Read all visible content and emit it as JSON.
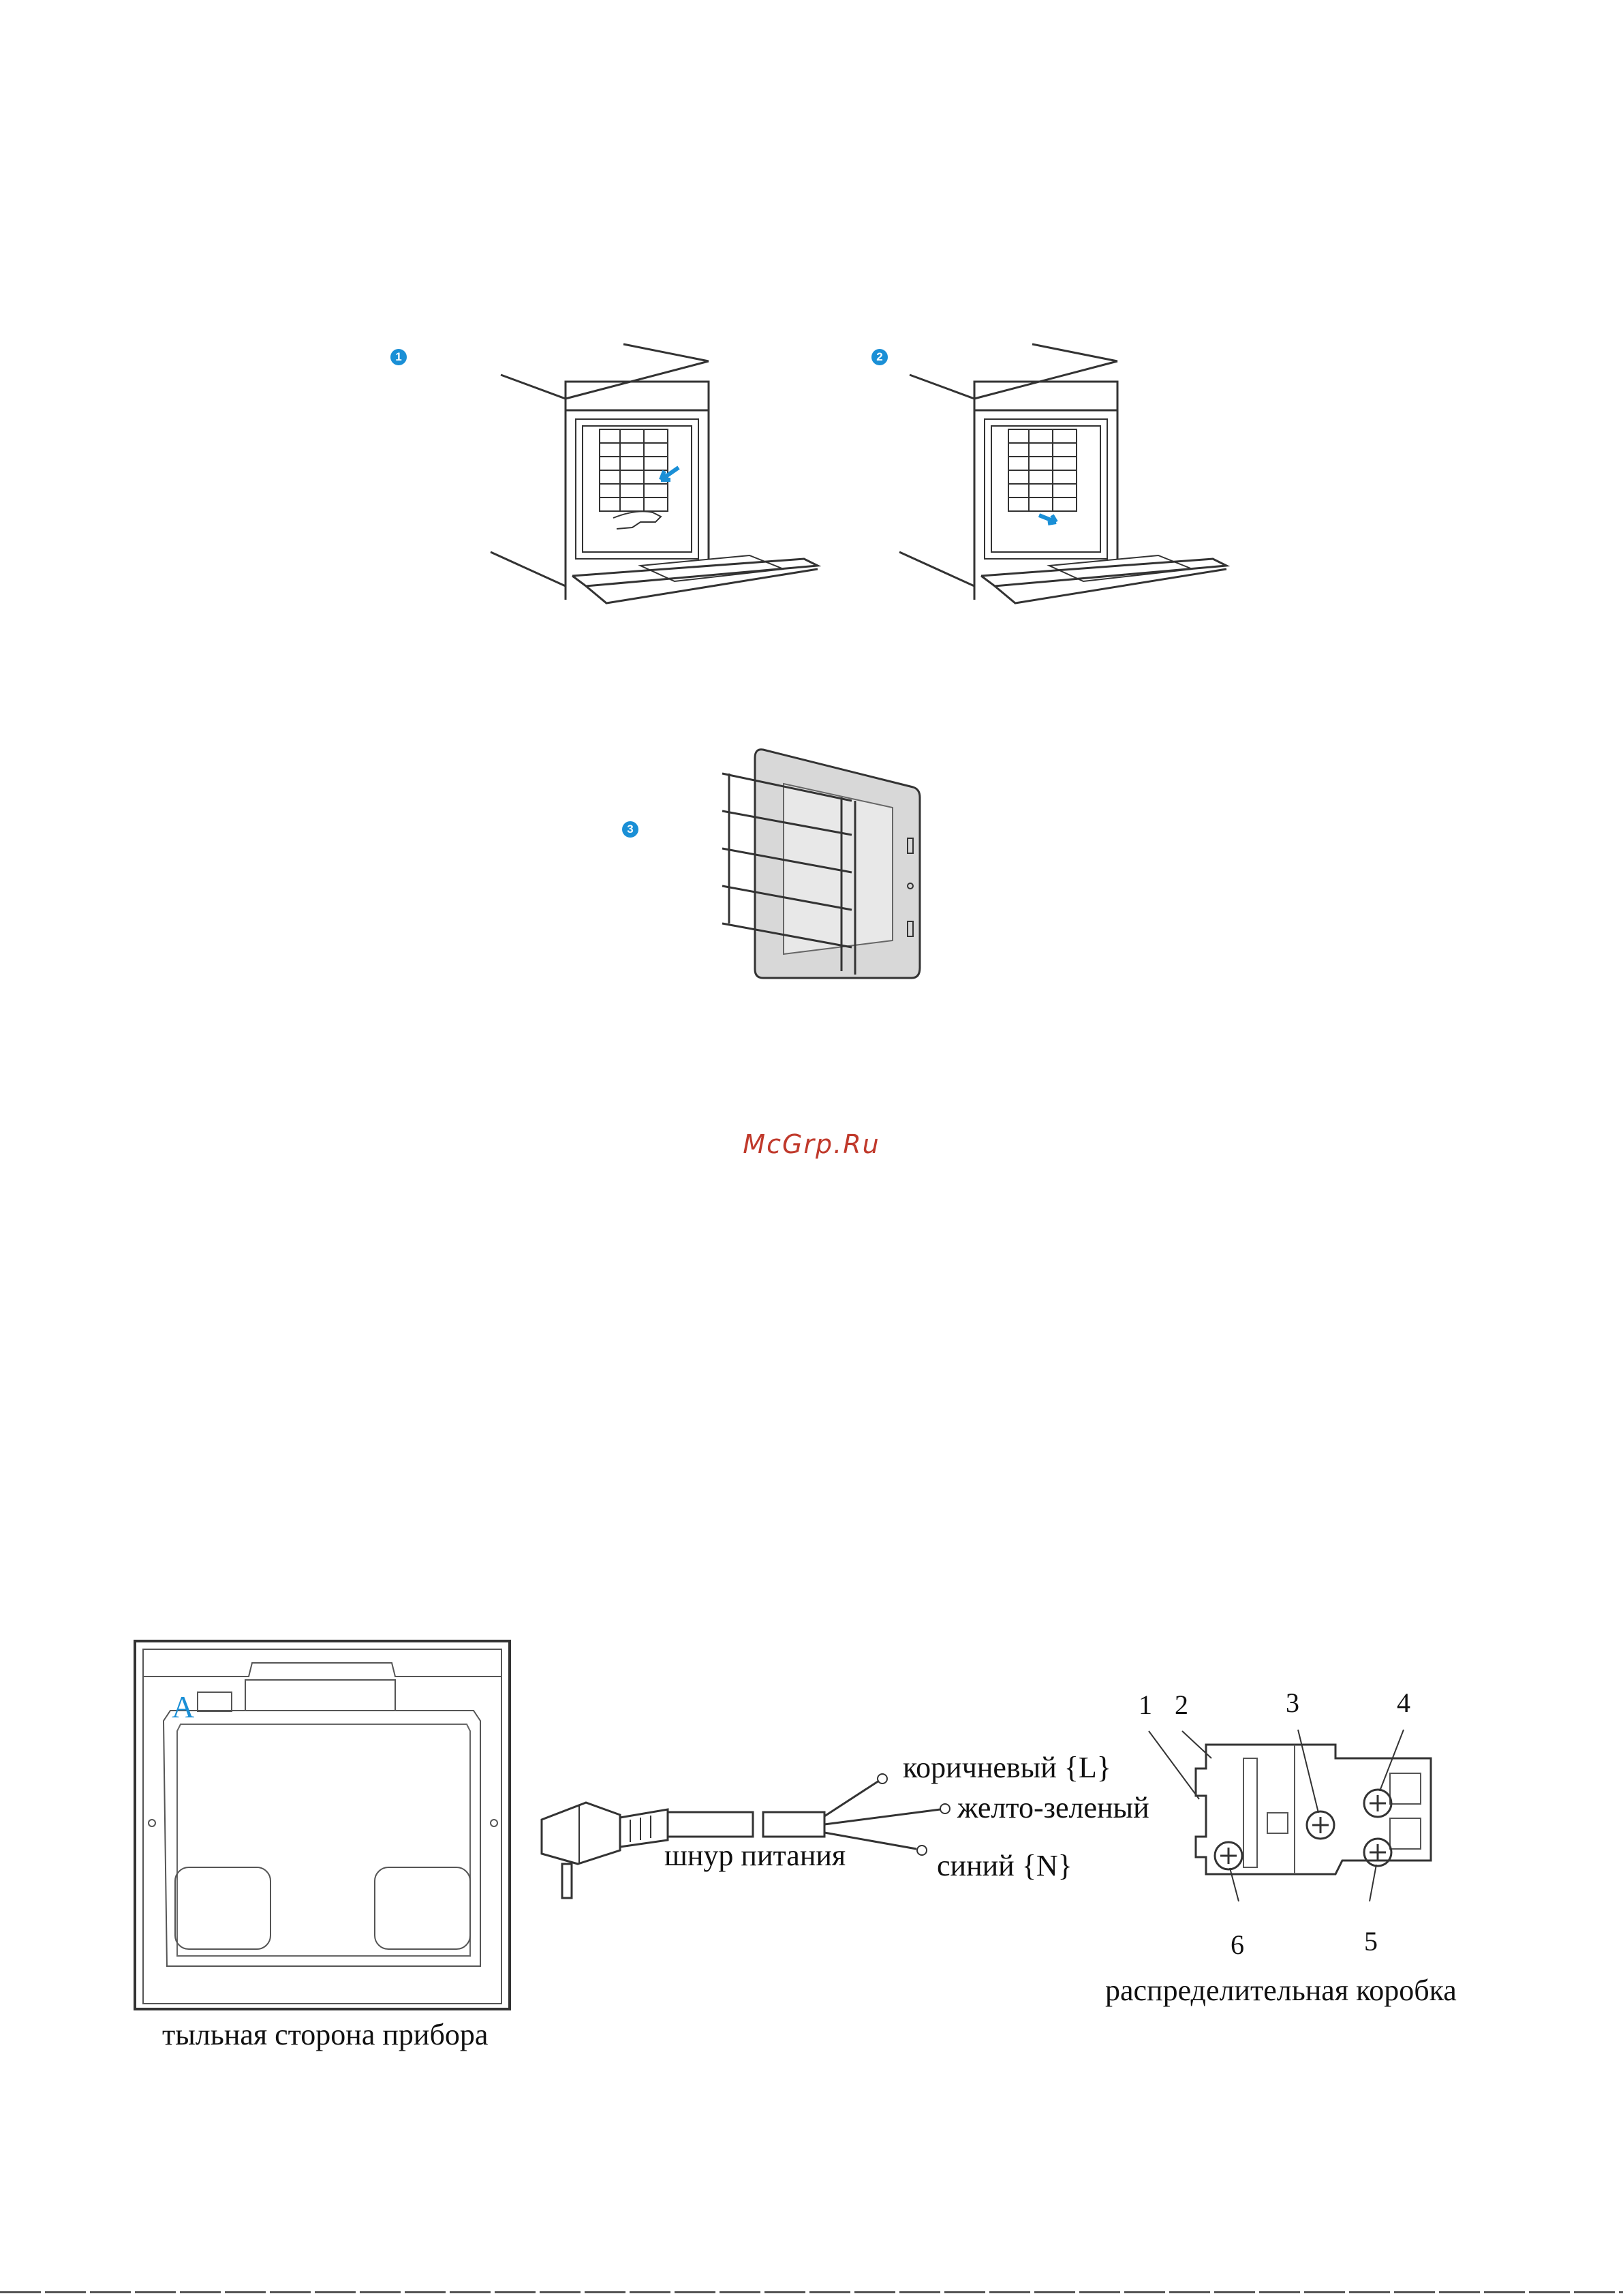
{
  "steps": [
    {
      "number": "1"
    },
    {
      "number": "2"
    },
    {
      "number": "3"
    }
  ],
  "watermark": "McGrp.Ru",
  "wiring": {
    "back_caption": "тыльная сторона прибора",
    "back_marker": "A",
    "cord_label": "шнур питания",
    "wire_brown": "коричневый {L}",
    "wire_yellow_green": "желто-зеленый",
    "wire_blue": "синий {N}",
    "box_caption": "распределительная коробка",
    "box_numbers": [
      "1",
      "2",
      "3",
      "4",
      "5",
      "6"
    ]
  },
  "colors": {
    "badge": "#1a8fd6",
    "arrow": "#1a8fd6",
    "watermark": "#c0392b"
  }
}
